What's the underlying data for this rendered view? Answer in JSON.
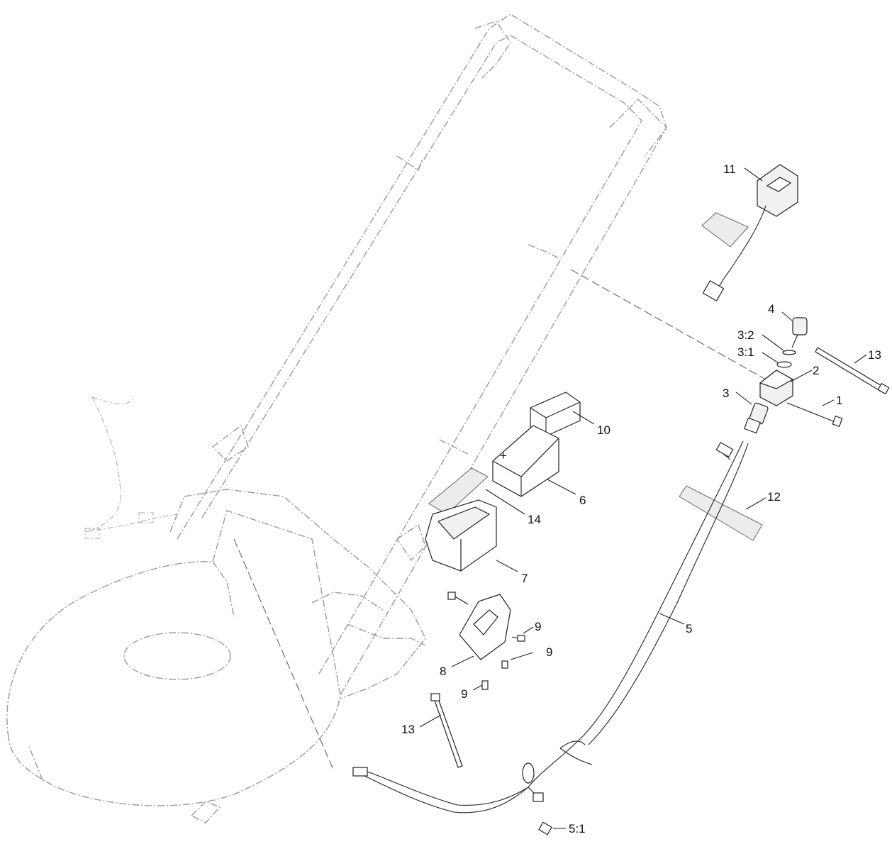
{
  "callouts": {
    "c1": "1",
    "c2": "2",
    "c3": "3",
    "c3_1": "3:1",
    "c3_2": "3:2",
    "c4": "4",
    "c5": "5",
    "c5_1": "5:1",
    "c6": "6",
    "c7": "7",
    "c8": "8",
    "c9a": "9",
    "c9b": "9",
    "c9c": "9",
    "c10": "10",
    "c11": "11",
    "c12": "12",
    "c13a": "13",
    "c13b": "13",
    "c14": "14"
  }
}
